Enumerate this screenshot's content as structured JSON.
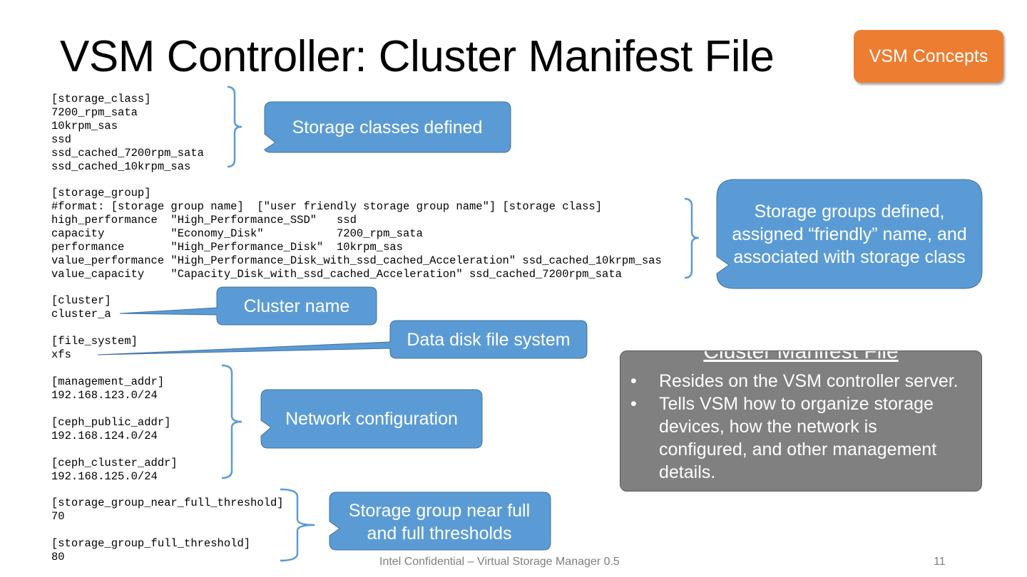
{
  "slide": {
    "title": "VSM Controller: Cluster Manifest File",
    "badge": "VSM Concepts",
    "footer": "Intel Confidential – Virtual Storage Manager 0.5",
    "page_number": "11"
  },
  "code": {
    "storage_class": "[storage_class]\n7200_rpm_sata\n10krpm_sas\nssd\nssd_cached_7200rpm_sata\nssd_cached_10krpm_sas",
    "storage_group": "[storage_group]\n#format: [storage group name]  [\"user friendly storage group name\"] [storage class]\nhigh_performance  \"High_Performance_SSD\"   ssd\ncapacity          \"Economy_Disk\"           7200_rpm_sata\nperformance       \"High_Performance_Disk\"  10krpm_sas\nvalue_performance \"High_Performance_Disk_with_ssd_cached_Acceleration\" ssd_cached_10krpm_sas\nvalue_capacity    \"Capacity_Disk_with_ssd_cached_Acceleration\" ssd_cached_7200rpm_sata",
    "cluster": "[cluster]\ncluster_a",
    "file_system": "[file_system]\nxfs",
    "network": "[management_addr]\n192.168.123.0/24\n\n[ceph_public_addr]\n192.168.124.0/24\n\n[ceph_cluster_addr]\n192.168.125.0/24",
    "thresholds": "[storage_group_near_full_threshold]\n70\n\n[storage_group_full_threshold]\n80"
  },
  "callouts": {
    "storage_classes": "Storage classes defined",
    "storage_groups": "Storage groups defined, assigned “friendly” name, and associated with storage class",
    "cluster_name": "Cluster name",
    "file_system": "Data disk file system",
    "network": "Network configuration",
    "thresholds": "Storage group near full and full thresholds"
  },
  "info_box": {
    "title": "Cluster Manifest File",
    "bullets": [
      "Resides on the VSM controller server.",
      "Tells VSM how to organize storage devices, how the network is configured, and other management details."
    ]
  },
  "colors": {
    "callout_fill": "#5b9bd5",
    "callout_border": "#41719c",
    "badge_fill": "#ed7d31",
    "info_fill": "#808080"
  }
}
